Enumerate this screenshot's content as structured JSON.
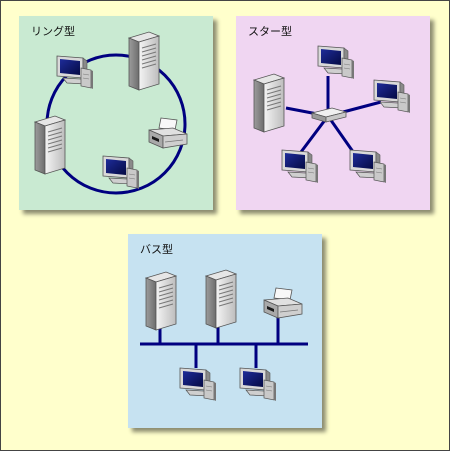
{
  "panels": {
    "ring": {
      "title": "リング型",
      "bg": "#c9ead2"
    },
    "star": {
      "title": "スター型",
      "bg": "#f0d6f2"
    },
    "bus": {
      "title": "バス型",
      "bg": "#c6e2f1"
    }
  },
  "colors": {
    "cable": "#000080",
    "page_background": "#ffffcc",
    "monitor_screen": "#0a1466"
  },
  "icons": [
    "computer-icon",
    "server-icon",
    "printer-icon",
    "hub-icon"
  ]
}
